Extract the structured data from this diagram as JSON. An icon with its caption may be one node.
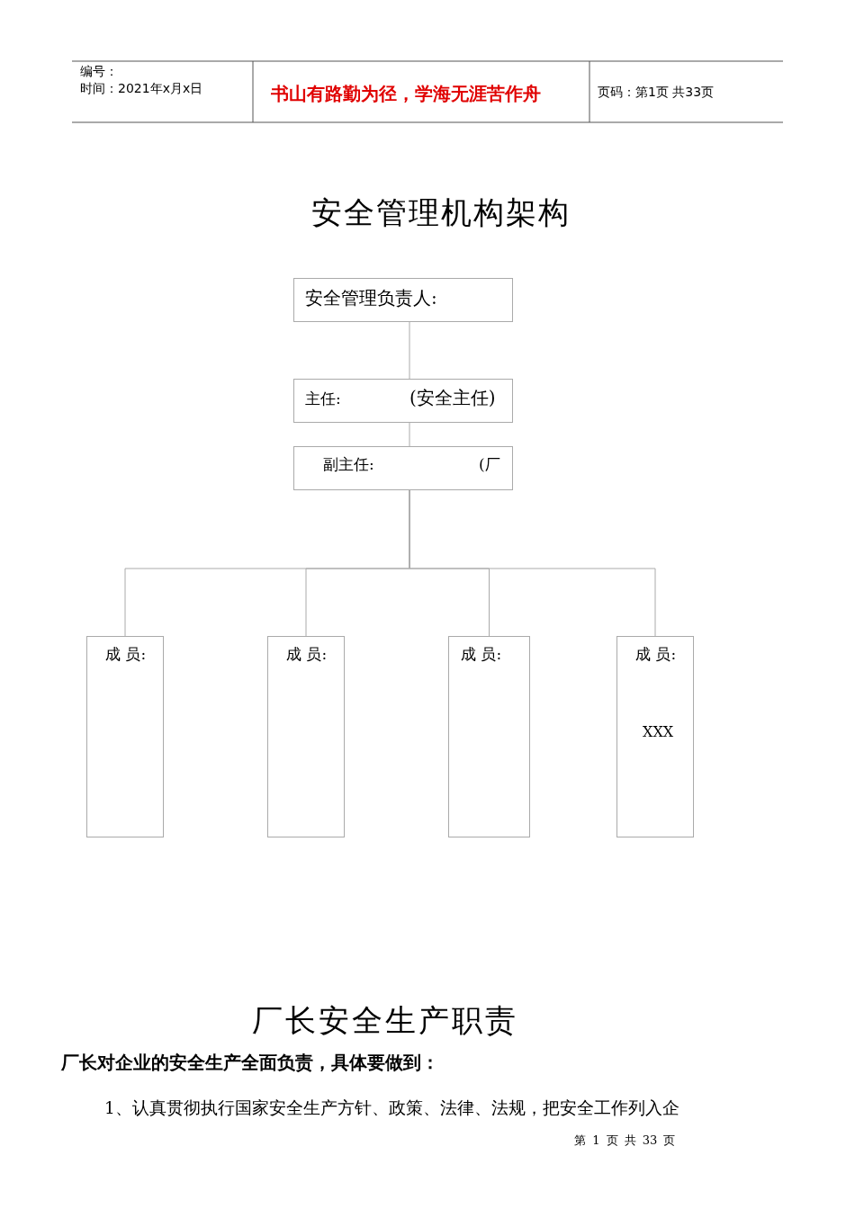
{
  "diagram": {
    "title": "安全管理机构架构",
    "nodes": [
      {
        "text": [
          "安全管理负责人:"
        ]
      },
      {
        "text": [
          "主任:",
          "(安全主任)"
        ]
      },
      {
        "text": [
          "副主任:",
          "(厂"
        ]
      },
      {
        "text": [
          "成 员:"
        ]
      },
      {
        "text": [
          "成 员:"
        ]
      },
      {
        "text": [
          "成 员:"
        ]
      },
      {
        "text": [
          "成 员:",
          "XXX"
        ]
      }
    ],
    "edges": [
      {
        "from": 0,
        "to": 1,
        "arrow": "none"
      },
      {
        "from": 1,
        "to": 2,
        "arrow": "none"
      },
      {
        "from": 2,
        "to": 3,
        "arrow": "none"
      },
      {
        "from": 2,
        "to": 4,
        "arrow": "none"
      },
      {
        "from": 2,
        "to": 5,
        "arrow": "none"
      },
      {
        "from": 2,
        "to": 6,
        "arrow": "none"
      }
    ],
    "labels": [
      "编号：",
      "时间：2021年x月x日",
      "书山有路勤为径，学海无涯苦作舟",
      "页码：第1页 共33页",
      "厂长安全生产职责",
      "厂长对企业的安全生产全面负责，具体要做到：",
      "1、认真贯彻执行国家安全生产方针、政策、法律、法规，把安全工作列入企",
      "第 1 页 共 33 页"
    ]
  }
}
